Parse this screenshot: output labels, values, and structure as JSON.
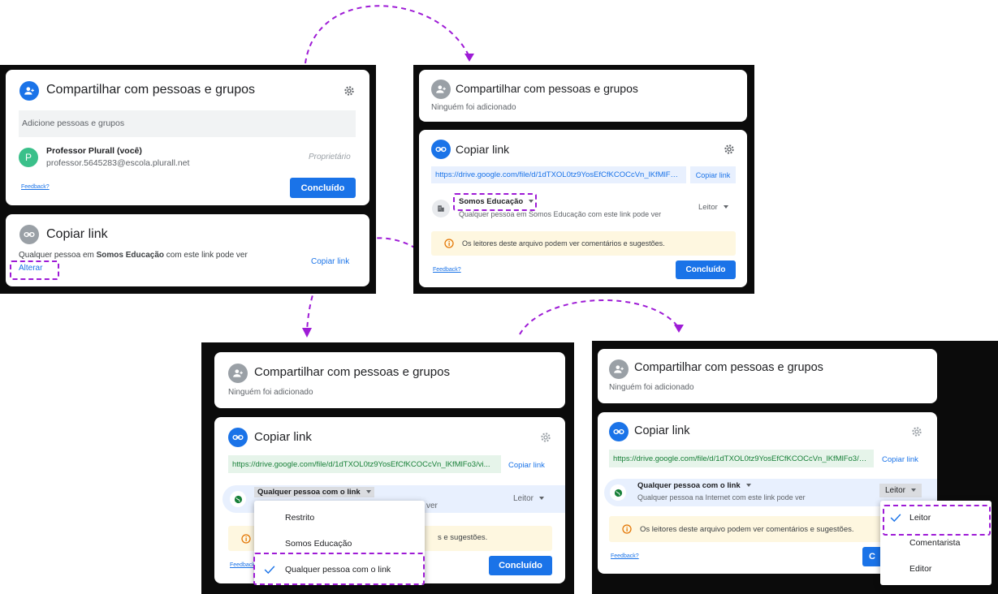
{
  "share": {
    "title": "Compartilhar com pessoas e grupos",
    "add_placeholder": "Adicione pessoas e grupos",
    "no_one_added": "Ninguém foi adicionado",
    "owner_name": "Professor Plurall (você)",
    "owner_email": "professor.5645283@escola.plurall.net",
    "owner_role": "Proprietário",
    "feedback": "Feedback?",
    "done": "Concluído"
  },
  "copy_link": {
    "title": "Copiar link",
    "anyone_prefix": "Qualquer pessoa em ",
    "org_name": "Somos Educação",
    "anyone_suffix": " com este link pode ver",
    "change": "Alterar",
    "copy": "Copiar link",
    "url": "https://drive.google.com/file/d/1dTXOL0tz9YosEfCfKCOCcVn_lKfMlFo3/vi...",
    "org_desc": "Qualquer pessoa em Somos Educação com este link pode ver",
    "anyone_link": "Qualquer pessoa com o link",
    "anyone_internet_desc": "Qualquer pessoa na Internet com este link pode ver",
    "desc_partial": "ver",
    "role": "Leitor",
    "warning": "Os leitores deste arquivo podem ver comentários e sugestões.",
    "warning_partial": "s e sugestões.",
    "feedback_partial": "Feedback"
  },
  "access_menu": [
    "Restrito",
    "Somos Educação",
    "Qualquer pessoa com o link"
  ],
  "role_menu": [
    "Leitor",
    "Comentarista",
    "Editor"
  ],
  "colors": {
    "accent": "#1a73e8",
    "highlight": "#9e1bd6"
  }
}
